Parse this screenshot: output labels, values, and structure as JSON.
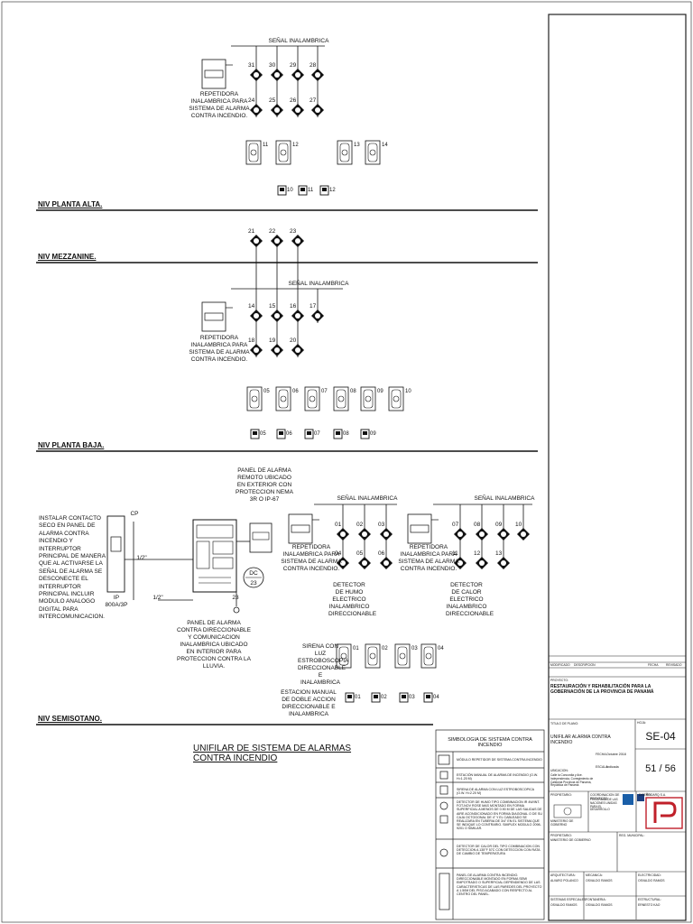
{
  "levels": {
    "planta_alta": "NIV PLANTA ALTA.",
    "mezzanine": "NIV MEZZANINE.",
    "planta_baja": "NIV PLANTA BAJA.",
    "semisotano": "NIV SEMISOTANO."
  },
  "signal": "SEÑAL INALAMBRICA",
  "repeater_text": "REPETIDORA INALAMBRICA PARA SISTEMA DE ALARMA CONTRA INCENDIO.",
  "pa_detectors_top": [
    "31",
    "30",
    "29",
    "28"
  ],
  "pa_detectors_bot": [
    "24",
    "25",
    "26",
    "27"
  ],
  "pa_strobes": [
    "11",
    "12",
    "13",
    "14"
  ],
  "pa_stations": [
    "10",
    "11",
    "12"
  ],
  "mz_detectors": [
    "21",
    "22",
    "23"
  ],
  "pb_detectors_top": [
    "14",
    "15",
    "16",
    "17"
  ],
  "pb_detectors_bot": [
    "18",
    "19",
    "20"
  ],
  "pb_strobes": [
    "05",
    "06",
    "07",
    "08",
    "09",
    "10"
  ],
  "pb_stations": [
    "05",
    "06",
    "07",
    "08",
    "09"
  ],
  "ss_smoke_top": [
    "01",
    "02",
    "03"
  ],
  "ss_smoke_bot": [
    "04",
    "05",
    "06"
  ],
  "ss_heat_top": [
    "07",
    "08",
    "09",
    "10"
  ],
  "ss_heat_bot": [
    "11",
    "12",
    "13"
  ],
  "ss_strobes": [
    "01",
    "02",
    "03",
    "04"
  ],
  "ss_stations": [
    "01",
    "02",
    "03",
    "04"
  ],
  "remote_panel": "PANEL DE ALARMA REMOTO UBICADO EN EXTERIOR CON PROTECCION NEMA 3R O IP-67",
  "install_note": "INSTALAR CONTACTO SECO EN PANEL DE ALARMA CONTRA INCENDIO Y INTERRUPTOR PRINCIPAL DE MANERA QUE AL ACTIVARSE LA SEÑAL DE ALARMA SE DESCONECTE EL INTERRUPTOR PRINCIPAL INCLUIR MODULO ANALOGO DIGITAL PARA INTERCOMUNICACION.",
  "main_panel": "PANEL DE ALARMA CONTRA DIRECCIONABLE Y COMUNICACION INALAMBRICA UBICADO EN INTERIOR PARA PROTECCION CONTRA LA LLUVIA.",
  "breaker": "IP 800A/3P",
  "breaker_tag": "CP",
  "wire_a": "1/2\"",
  "wire_b": "1/2\"",
  "dc_tag": "DC",
  "dc_num": "23",
  "ground_num": "23",
  "smoke_label": "DETECTOR DE HUMO ELECTRICO INALAMBRICO DIRECCIONABLE",
  "heat_label": "DETECTOR DE CALOR ELECTRICO INALAMBRICO DIRECCIONABLE",
  "strobe_label": "SIRENA CON LUZ ESTROBOSCOPIA DIRECCIONABLE E INALAMBRICA",
  "station_label": "ESTACION MANUAL DE DOBLE ACCION DIRECCIONABLE E INALAMBRICA",
  "diagram_title": "UNIFILAR DE SISTEMA DE ALARMAS CONTRA INCENDIO",
  "legend": {
    "title": "SIMBOLOGIA DE SISTEMA CONTRA INCENDIO",
    "rows": [
      "MÓDULO REPETIDOR DE SISTEMA CONTRA INCENDIO",
      "ESTACIÓN MANUAL DE ALARMA DE INCENDIO (O.W. H=1.20 M)",
      "SIRENA DE ALARMA CON LUZ ESTROBOSCOPICA (O.W. H=2.20 M)",
      "DETECTOR DE HUMO TIPO COMBINACION IR 4W/INT. FOT-NOV ROSE MAS MONTADO EN FORMA SUPERFICIAL A MENOS DE 0.90 M DE LAS SALIDAS DE AIRE ACONDICIONADO EN FORMA DIAGONAL O DE SU CAJA OCTOGONAL DE 4\" Y EL CABLEADO SE REALIZARA EN TUBERIA DE 3/4\" EN EL SISTEMA QUE SE INDIQUE LO CONTRARIO. SIMPLEX MODULO 2098-9201 O SIMILAR.",
      "DETECTOR DE CALOR DEL TIPO COMBINACION CON DETECCION A 135°F 57C CON DETECCION CON RATA DE CAMBIO DE TEMPERATURA",
      "PANEL DE ALARMA CONTRA INCENDIO. DIRECCIONABLE MONTADO EN FORMA SEMI EMPOTRADO O SUPERFICIAL DEPENDIENDO DE LAS CARACTERISTICAS DE LAS PAREDES DEL PROYECTO A 1.50M DEL PISO ACABADO CON RESPECTO AL CENTRO DEL PANEL."
    ]
  },
  "title_block": {
    "rev_headers": [
      "MODIFICADO",
      "DESCRIPCION",
      "FECHA",
      "REVISADO"
    ],
    "proyecto_label": "PROYECTO:",
    "proyecto": "RESTAURACIÓN Y REHABILITACIÓN PARA LA GOBERNACIÓN DE LA PROVINCIA DE PANAMÁ",
    "titulo_label": "TITULO DE PLANO:",
    "titulo": "UNIFILAR ALARMA CONTRA INCENDIO",
    "hoja_label": "HOJA:",
    "hoja": "SE-04",
    "fecha_label": "FECHA:",
    "fecha": "Octubre 2018",
    "escala_label": "ESCALA:",
    "escala": "Indicada",
    "ubicacion_label": "UBICACION:",
    "ubicacion": "Calle la Concordia y Ave. Independencia, Corregimiento de Calidonia Provincia de Panamá, República de Panamá",
    "sheet": "51 / 56",
    "propietario_label": "PROPIETARIO:",
    "propietario": "MINISTERIO DE GOBIERNO",
    "coordinacion_label": "COORDINACION DE PROYECTO:",
    "coordinacion": "PROGRAMA DE LAS NACIONES UNIDAS PARA EL DESARROLLO",
    "diseno_label": "DISEÑO:",
    "diseno": "PROARQ S.A.",
    "propietario2_label": "PROPIETARIO:",
    "propietario2": "MINISTERIO DE GOBIERNO",
    "reg_label": "REG. MUNICIPAL:",
    "arquitectura_label": "ARQUITECTURA:",
    "arquitectura": "ALVARO POLANCO",
    "mecanica_label": "MECANICA:",
    "mecanica": "OSVALDO RAMOS",
    "electricidad_label": "ELECTRICIDAD:",
    "electricidad": "OSVALDO RAMOS",
    "especiales_label": "SISTEMAS ESPECIALES:",
    "especiales": "OSVALDO RAMOS",
    "fontaneria_label": "FONTANERIA:",
    "fontaneria": "OSVALDO RAMOS",
    "estructural_label": "ESTRUCTURAL:",
    "estructural": "ERNESTO KAO"
  }
}
